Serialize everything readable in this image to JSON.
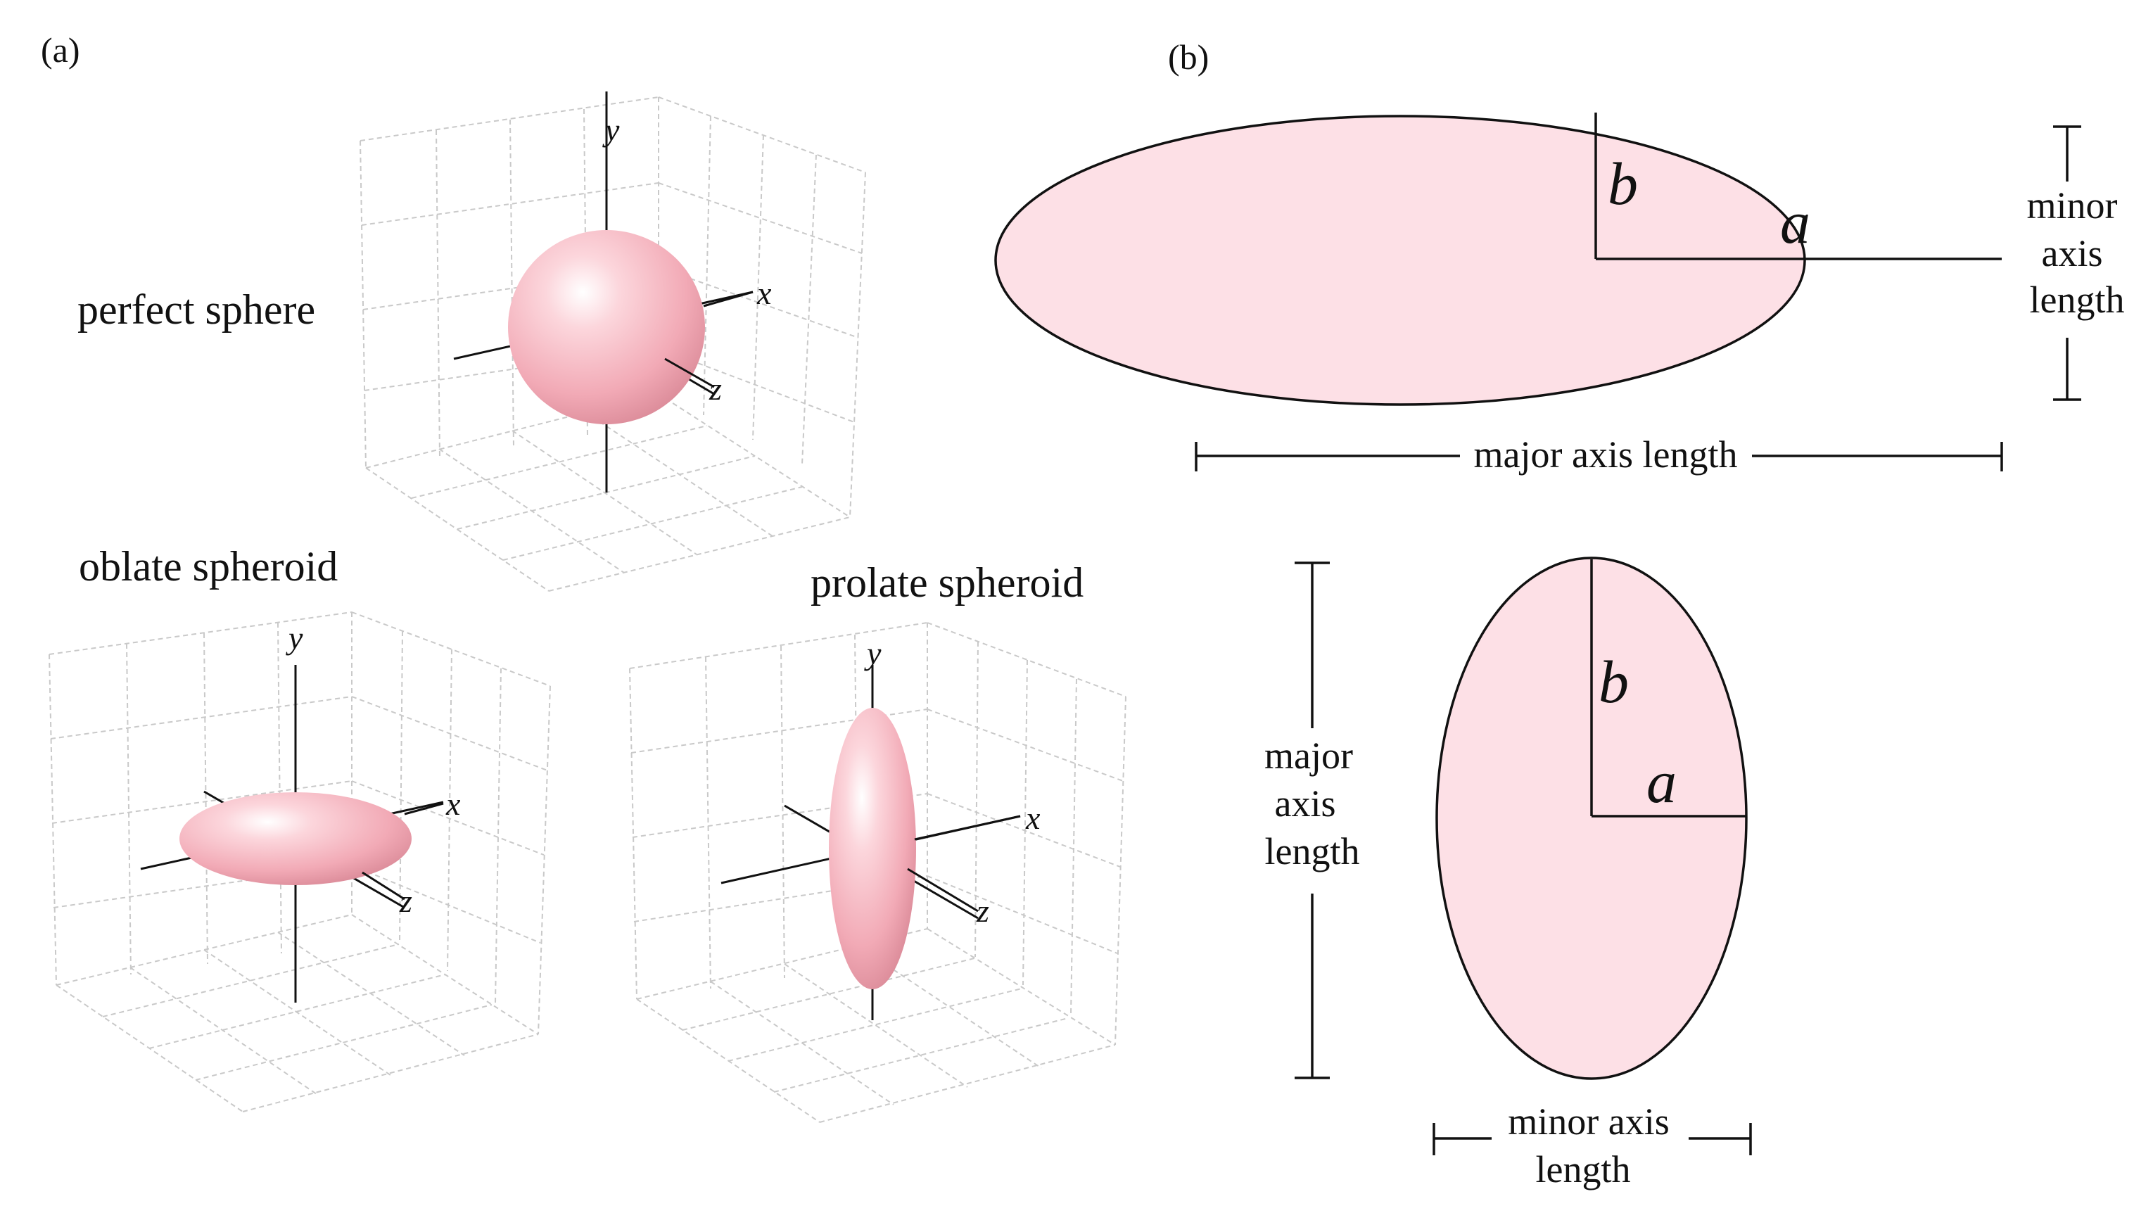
{
  "panels": {
    "a": {
      "label": "(a)",
      "sphere": {
        "caption": "perfect sphere",
        "x": "x",
        "y": "y",
        "z": "z"
      },
      "oblate": {
        "caption": "oblate spheroid",
        "x": "x",
        "y": "y",
        "z": "z"
      },
      "prolate": {
        "caption": "prolate spheroid",
        "x": "x",
        "y": "y",
        "z": "z"
      }
    },
    "b": {
      "label": "(b)",
      "horizontal": {
        "a": "a",
        "b": "b",
        "minor_line1": "minor",
        "minor_line2": "axis",
        "minor_line3": "length",
        "major": "major axis length"
      },
      "vertical": {
        "a": "a",
        "b": "b",
        "major_line1": "major",
        "major_line2": "axis",
        "major_line3": "length",
        "minor_line1": "minor axis",
        "minor_line2": "length"
      }
    }
  },
  "colors": {
    "fill": "#fde0e6",
    "stroke": "#111111",
    "body": "#f7b9c3",
    "grid": "#c9c9c9"
  }
}
